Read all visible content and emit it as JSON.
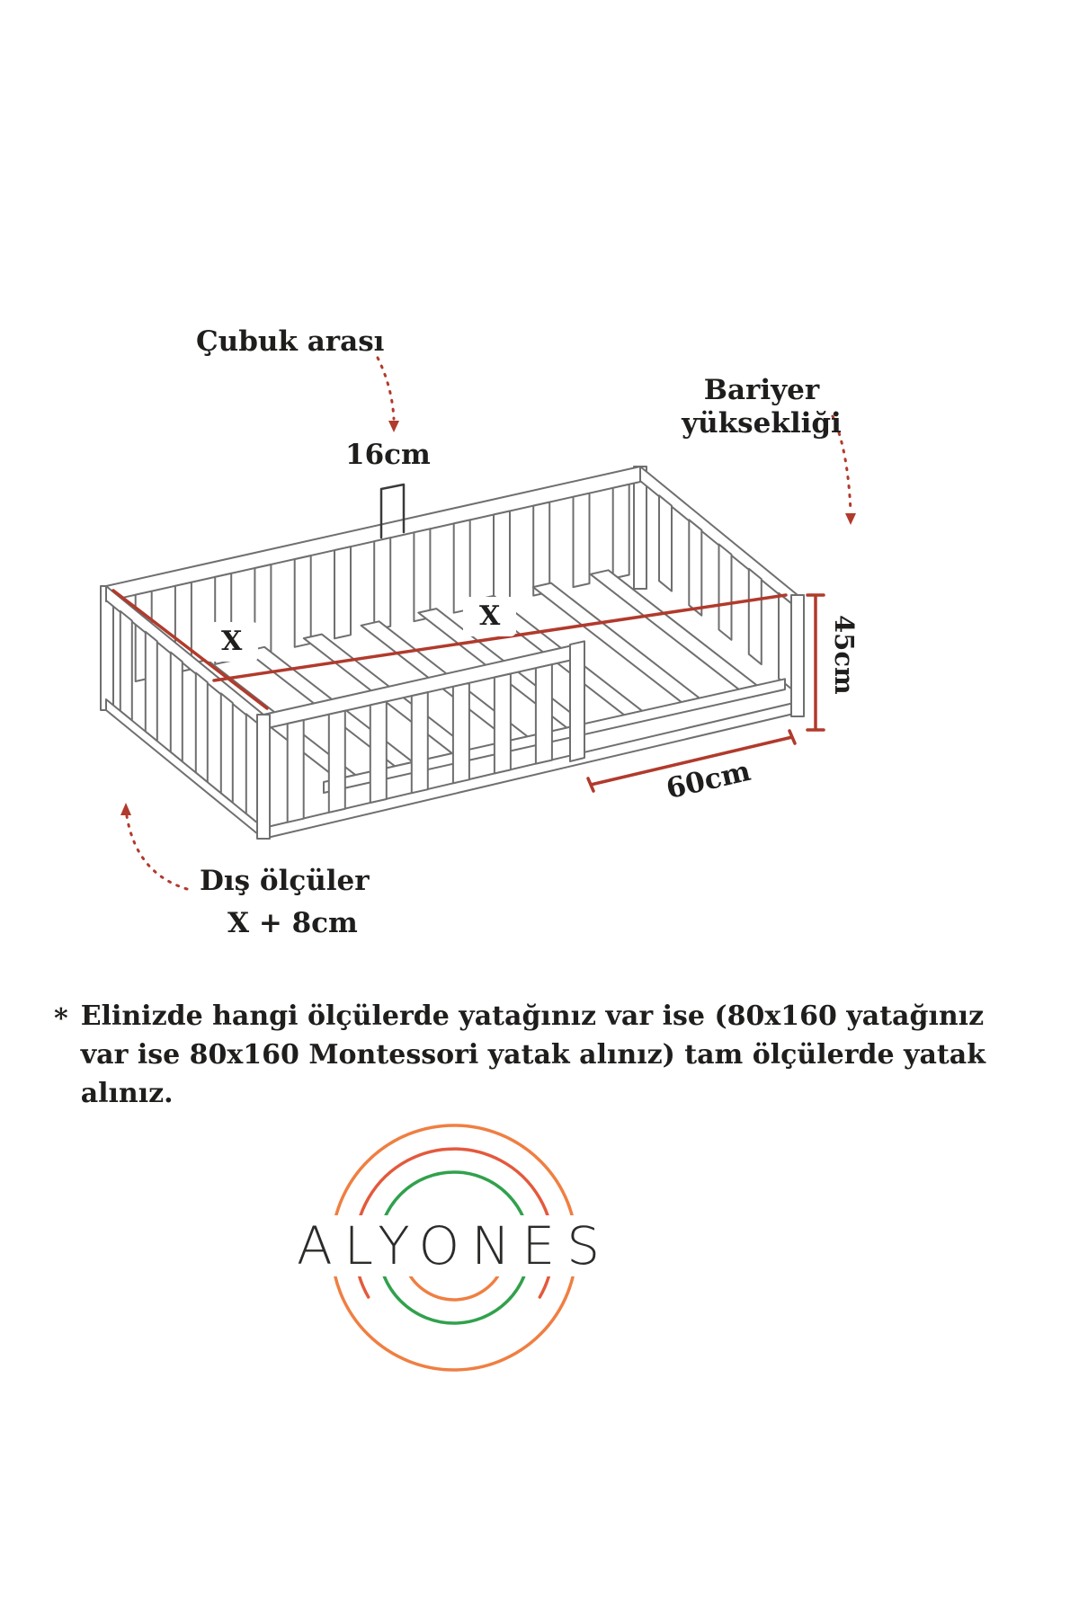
{
  "colors": {
    "background": "#ffffff",
    "ink": "#1f1e1c",
    "line": "#6f6f6f",
    "dimension_red": "#b13a2c",
    "arc_orange": "#ef7f42",
    "arc_red": "#e4593c",
    "arc_green": "#31a14c"
  },
  "diagram": {
    "labels": {
      "bar_gap_title": "Çubuk arası",
      "bar_gap_value": "16cm",
      "barrier_line1": "Bariyer",
      "barrier_line2": "yüksekliği",
      "barrier_height_value": "45cm",
      "opening_width_value": "60cm",
      "inner_width_x": "X",
      "inner_length_x": "X",
      "outer_dims_title": "Dış ölçüler",
      "outer_dims_value": "X + 8cm"
    }
  },
  "note": {
    "marker": "*",
    "text": "Elinizde hangi ölçülerde yatağınız var ise (80x160 yatağınız var ise 80x160 Montessori yatak alınız) tam ölçülerde yatak alınız."
  },
  "logo": {
    "wordmark": "ALYONES"
  }
}
